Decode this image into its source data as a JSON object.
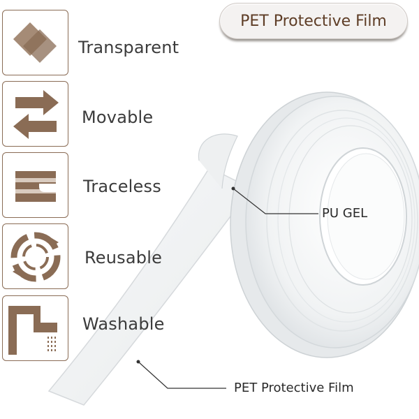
{
  "title": {
    "text": "PET Protective Film"
  },
  "features": [
    {
      "label": "Transparent",
      "icon": "transparent-squares-icon"
    },
    {
      "label": "Movable",
      "icon": "movable-arrows-icon"
    },
    {
      "label": "Traceless",
      "icon": "traceless-tape-icon"
    },
    {
      "label": "Reusable",
      "icon": "reusable-cycle-icon"
    },
    {
      "label": "Washable",
      "icon": "washable-faucet-icon"
    }
  ],
  "callouts": {
    "pu_gel": "PU GEL",
    "pet_film": "PET Protective Film"
  },
  "colors": {
    "icon_brown": "#8a6c55",
    "title_text": "#5e3d26",
    "pill_bg": "#f4f2f1"
  }
}
